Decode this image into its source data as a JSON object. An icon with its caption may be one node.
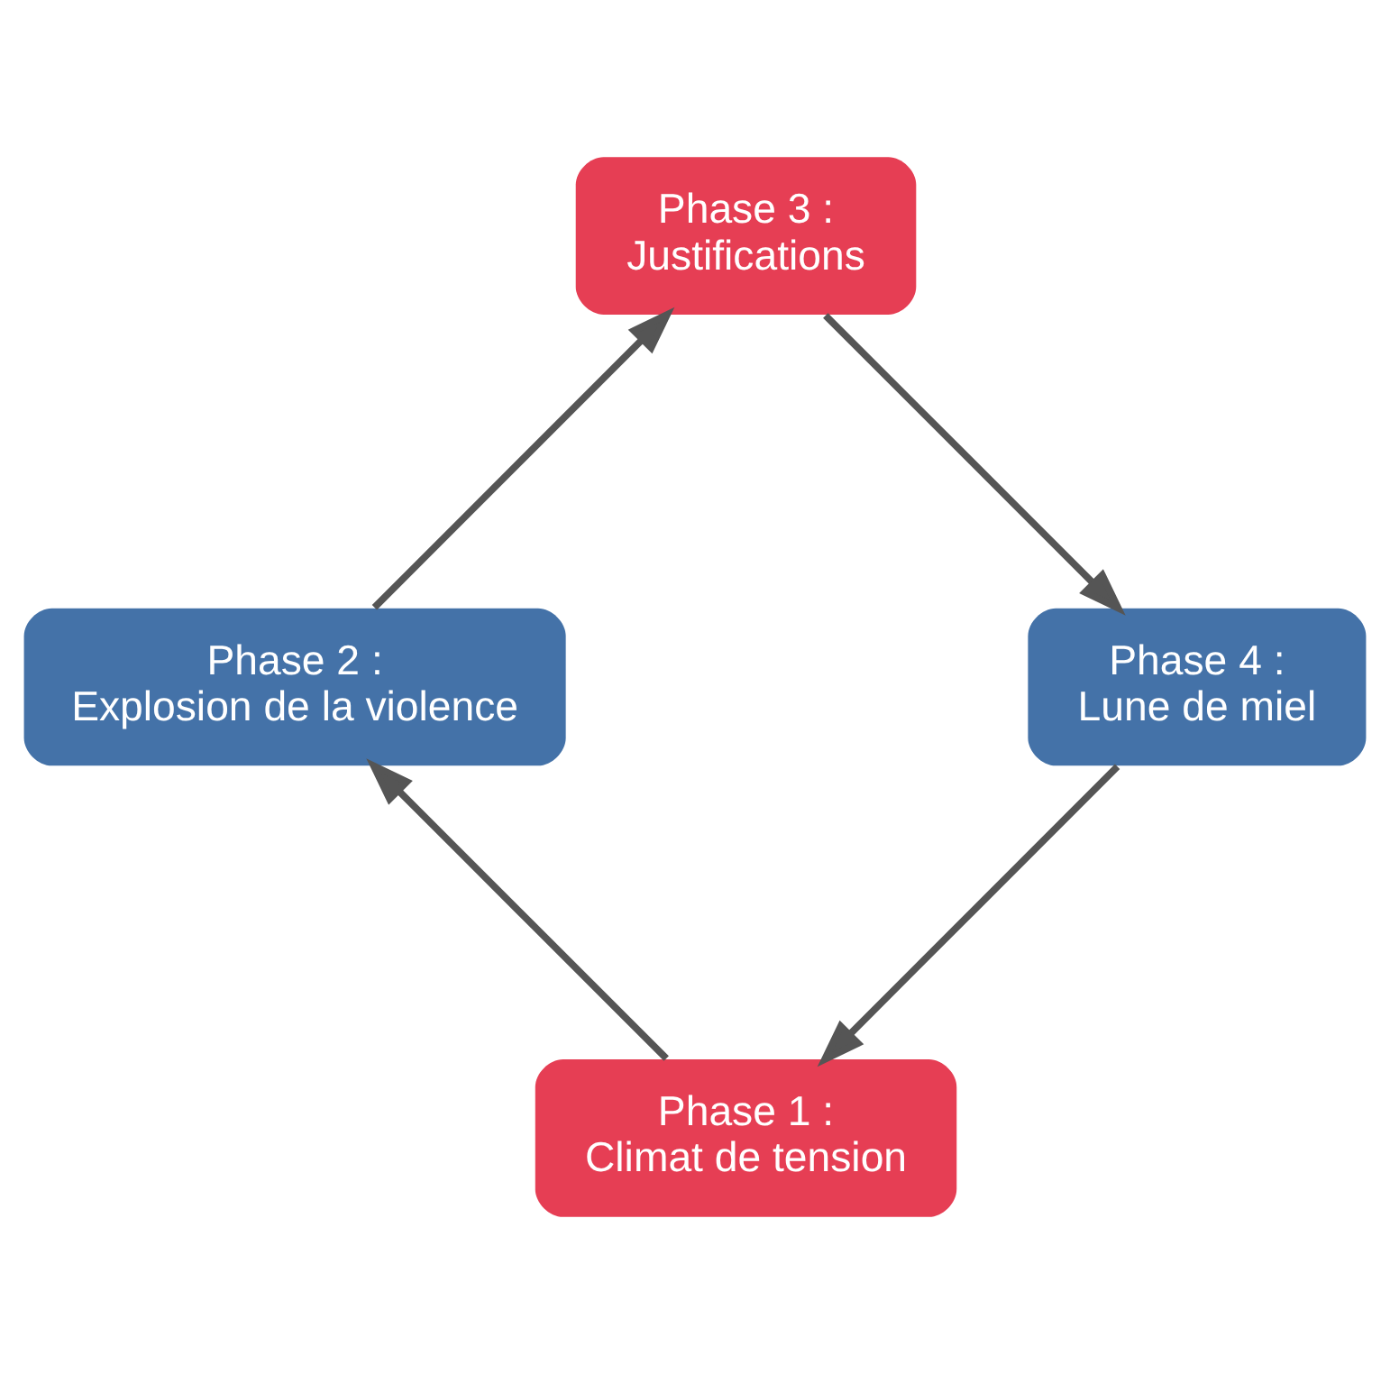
{
  "diagram": {
    "nodes": [
      {
        "text": [
          "Phase 1 :",
          "Climat de tension"
        ]
      },
      {
        "text": [
          "Phase 2 :",
          "Explosion de la violence"
        ]
      },
      {
        "text": [
          "Phase 3 :",
          "Justifications"
        ]
      },
      {
        "text": [
          "Phase 4 :",
          "Lune de miel"
        ]
      }
    ],
    "edges": [
      {
        "from": 0,
        "to": 1,
        "arrow": "to"
      },
      {
        "from": 1,
        "to": 2,
        "arrow": "to"
      },
      {
        "from": 2,
        "to": 3,
        "arrow": "to"
      },
      {
        "from": 3,
        "to": 0,
        "arrow": "to"
      }
    ]
  }
}
